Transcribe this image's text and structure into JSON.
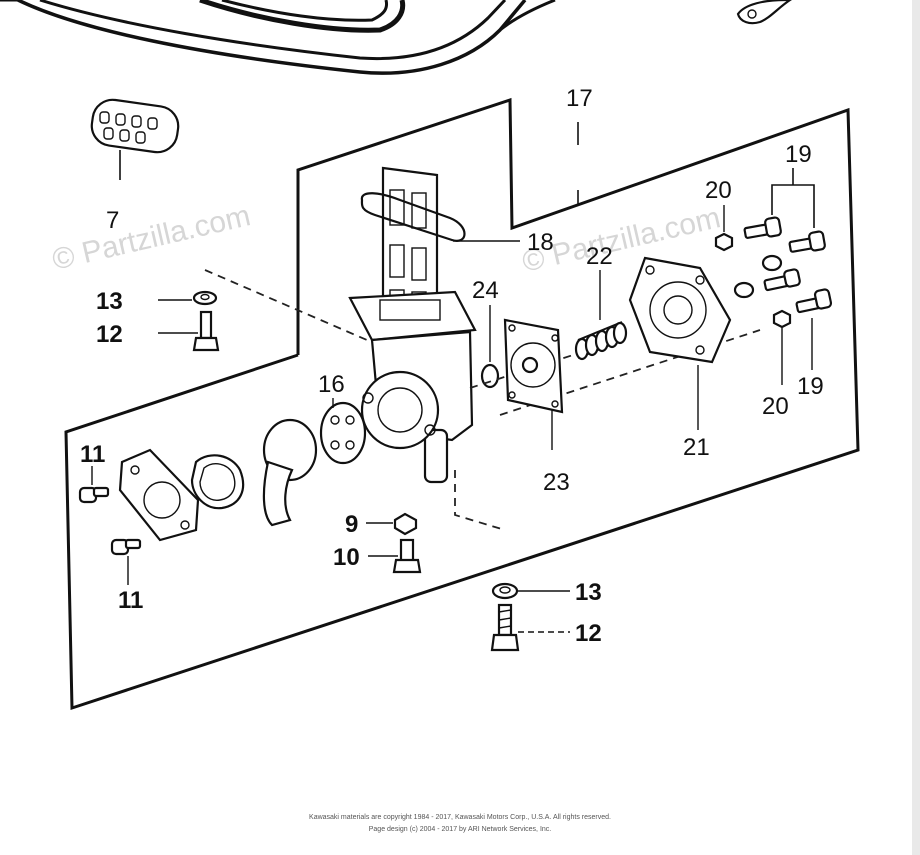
{
  "watermark": "© Partzilla.com",
  "callouts": {
    "p7": "7",
    "p9": "9",
    "p10": "10",
    "p11a": "11",
    "p11b": "11",
    "p12a": "12",
    "p12b": "12",
    "p13a": "13",
    "p13b": "13",
    "p16": "16",
    "p17": "17",
    "p18": "18",
    "p19a": "19",
    "p19b": "19",
    "p20a": "20",
    "p20b": "20",
    "p21": "21",
    "p22": "22",
    "p23": "23",
    "p24": "24"
  },
  "footer": {
    "line1": "Kawasaki materials are copyright 1984 - 2017, Kawasaki Motors Corp., U.S.A. All rights reserved.",
    "line2": "Page design (c) 2004 - 2017 by ARI Network Services, Inc."
  }
}
